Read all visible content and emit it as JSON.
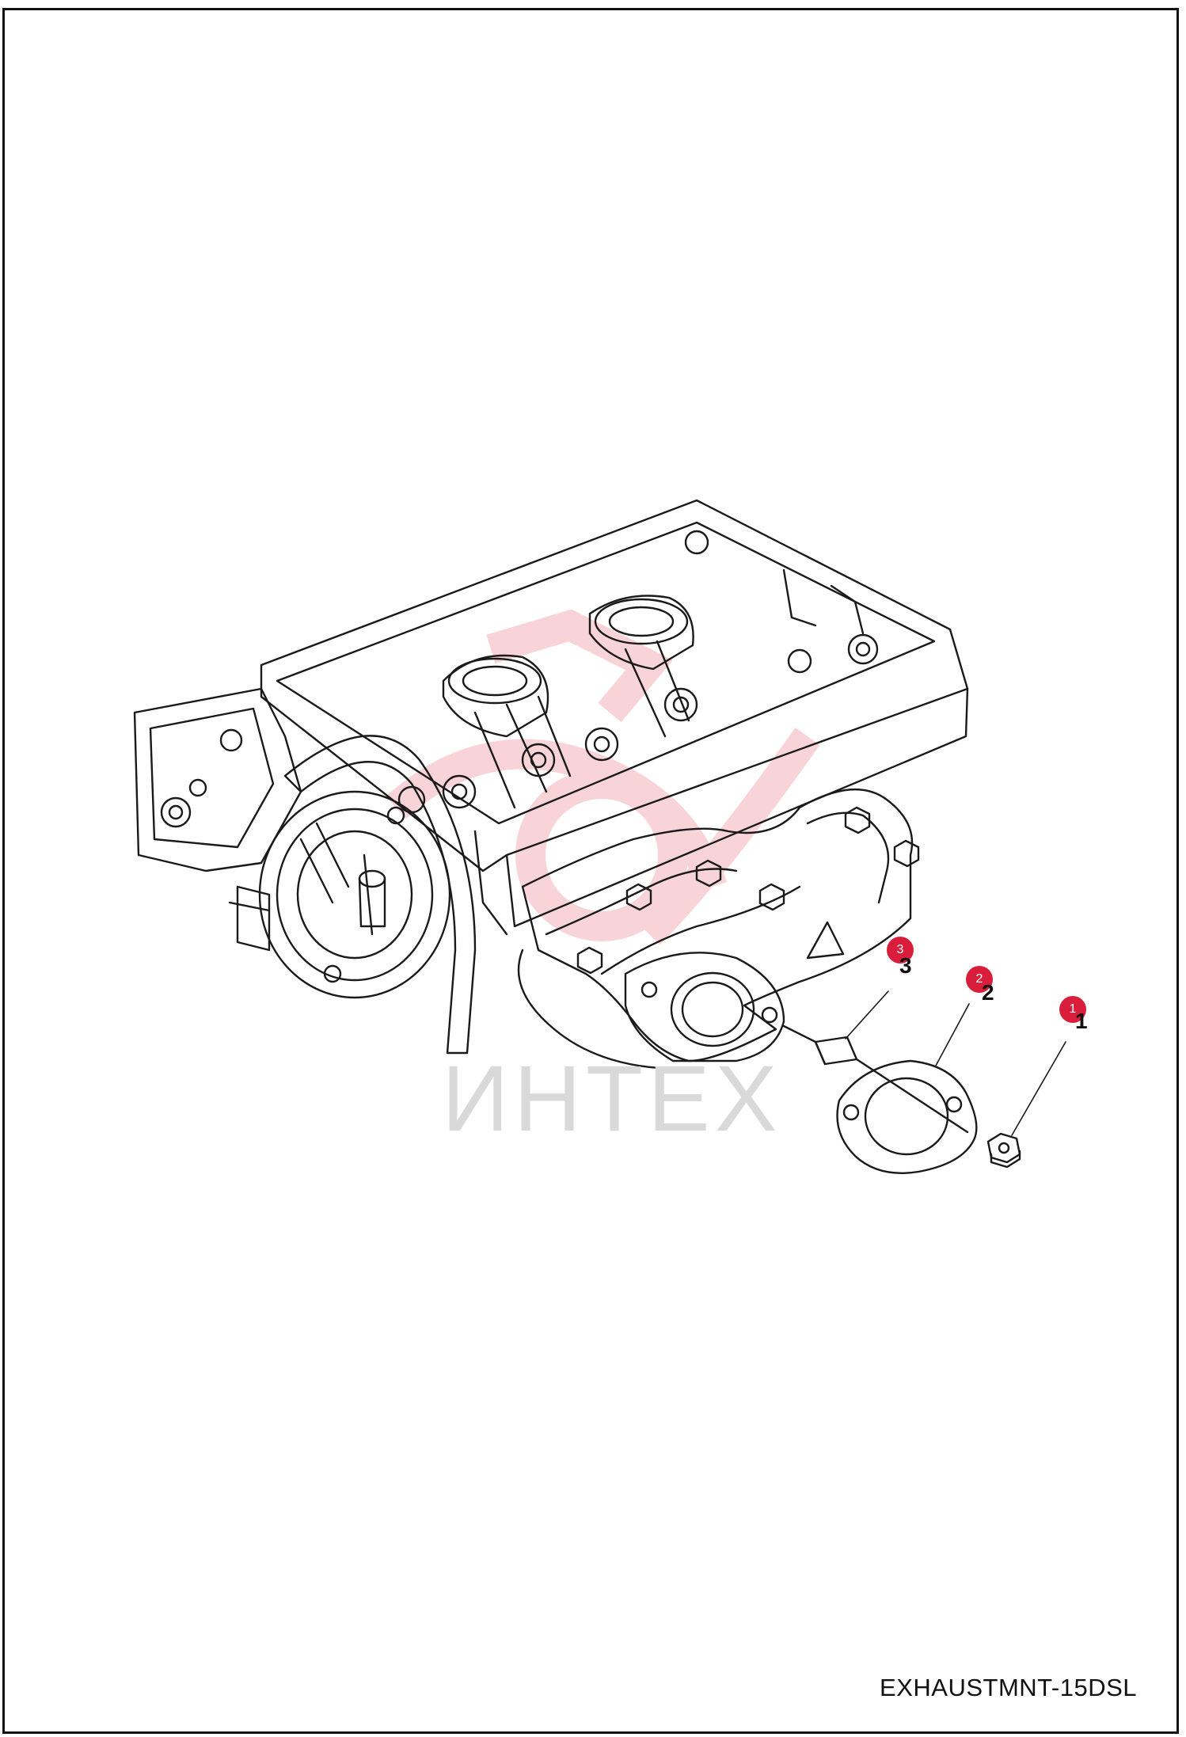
{
  "drawing": {
    "code": "EXHAUSTMNT-15DSL",
    "watermark": "ИНТЕХ"
  },
  "colors": {
    "accent": "#d81e3a",
    "line": "#1a1a1a",
    "watermark": "#f2b8bf"
  },
  "callouts": [
    {
      "id": "1",
      "label": "1",
      "number": "1"
    },
    {
      "id": "2",
      "label": "2",
      "number": "2"
    },
    {
      "id": "3",
      "label": "3",
      "number": "3"
    }
  ]
}
